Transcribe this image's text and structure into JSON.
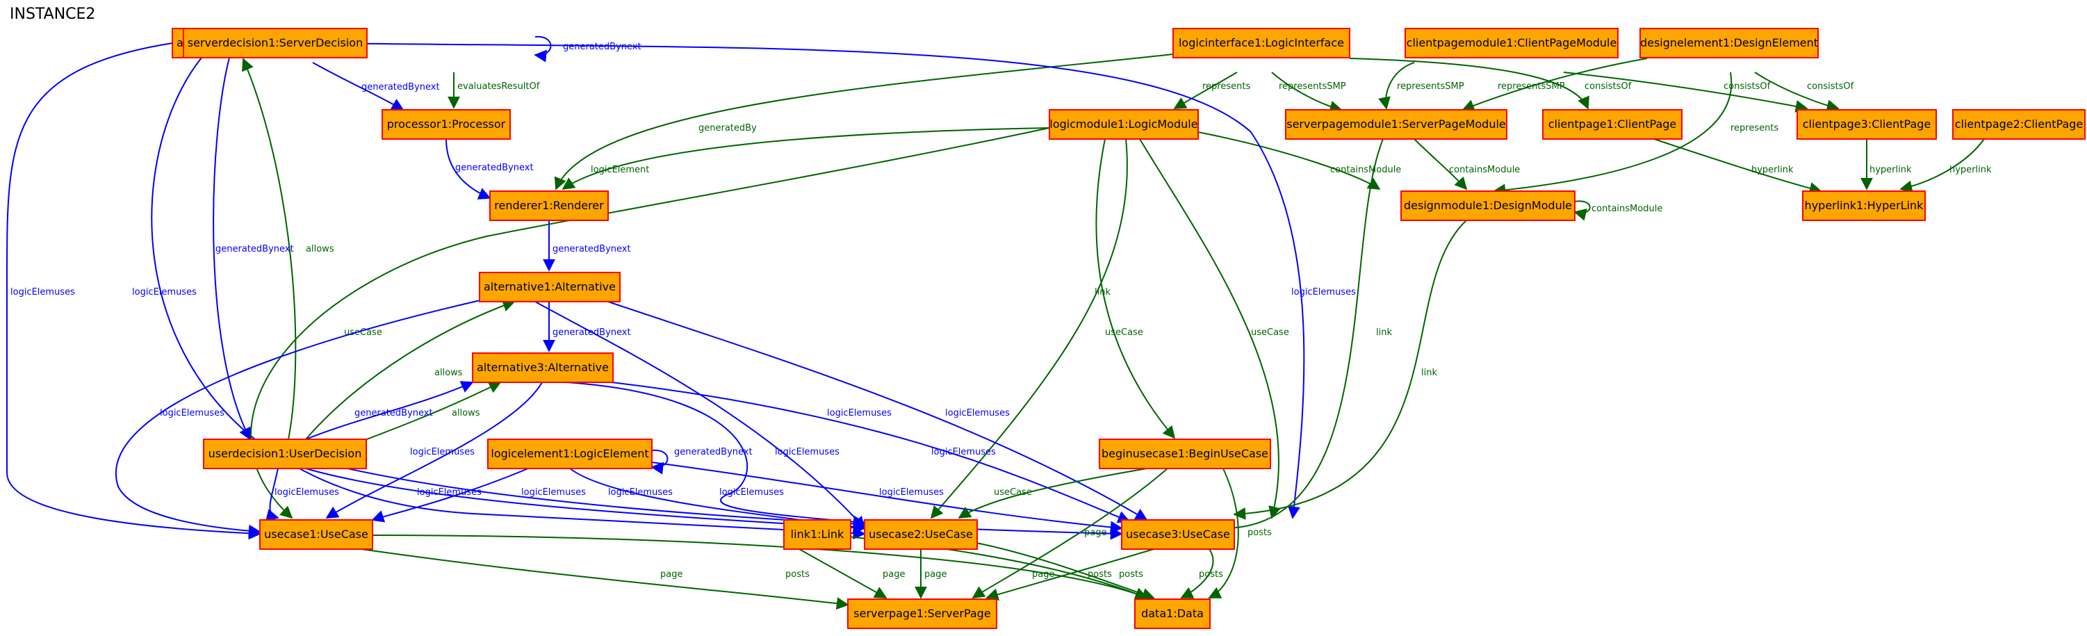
{
  "title": "INSTANCE2",
  "colors": {
    "node_fill": "#ffa500",
    "node_stroke": "#ff0000",
    "blue_edge": "#0000ff",
    "green_edge": "#006400"
  },
  "nodes": [
    {
      "id": "alternative2",
      "label": "alternative2:Alternative"
    },
    {
      "id": "serverdecision1",
      "label": "serverdecision1:ServerDecision"
    },
    {
      "id": "logicinterface1",
      "label": "logicinterface1:LogicInterface"
    },
    {
      "id": "clientpagemodule1",
      "label": "clientpagemodule1:ClientPageModule"
    },
    {
      "id": "designelement1",
      "label": "designelement1:DesignElement"
    },
    {
      "id": "processor1",
      "label": "processor1:Processor"
    },
    {
      "id": "logicmodule1",
      "label": "logicmodule1:LogicModule"
    },
    {
      "id": "serverpagemodule1",
      "label": "serverpagemodule1:ServerPageModule"
    },
    {
      "id": "clientpage1",
      "label": "clientpage1:ClientPage"
    },
    {
      "id": "clientpage3",
      "label": "clientpage3:ClientPage"
    },
    {
      "id": "clientpage2",
      "label": "clientpage2:ClientPage"
    },
    {
      "id": "renderer1",
      "label": "renderer1:Renderer"
    },
    {
      "id": "designmodule1",
      "label": "designmodule1:DesignModule"
    },
    {
      "id": "hyperlink1",
      "label": "hyperlink1:HyperLink"
    },
    {
      "id": "alternative1",
      "label": "alternative1:Alternative"
    },
    {
      "id": "alternative3",
      "label": "alternative3:Alternative"
    },
    {
      "id": "beginusecase1",
      "label": "beginusecase1:BeginUseCase"
    },
    {
      "id": "userdecision1",
      "label": "userdecision1:UserDecision"
    },
    {
      "id": "logicelement1",
      "label": "logicelement1:LogicElement"
    },
    {
      "id": "usecase1",
      "label": "usecase1:UseCase"
    },
    {
      "id": "link1",
      "label": "link1:Link"
    },
    {
      "id": "usecase2",
      "label": "usecase2:UseCase"
    },
    {
      "id": "usecase3",
      "label": "usecase3:UseCase"
    },
    {
      "id": "serverpage1",
      "label": "serverpage1:ServerPage"
    },
    {
      "id": "data1",
      "label": "data1:Data"
    }
  ],
  "edges": [
    {
      "id": "e1",
      "from": "serverdecision1",
      "to": "serverdecision1",
      "label": "generatedBynext",
      "kind": "blue"
    },
    {
      "id": "e2",
      "from": "serverdecision1",
      "to": "processor1",
      "label": "evaluatesResultOf",
      "kind": "green"
    },
    {
      "id": "e3",
      "from": "alternative2",
      "to": "processor1",
      "label": "generatedBynext",
      "kind": "blue"
    },
    {
      "id": "e4",
      "from": "processor1",
      "to": "renderer1",
      "label": "generatedBynext",
      "kind": "blue"
    },
    {
      "id": "e5",
      "from": "logicinterface1",
      "to": "renderer1",
      "label": "generatedBy",
      "kind": "green"
    },
    {
      "id": "e6",
      "from": "logicmodule1",
      "to": "renderer1",
      "label": "logicElement",
      "kind": "green"
    },
    {
      "id": "e7",
      "from": "renderer1",
      "to": "alternative1",
      "label": "generatedBynext",
      "kind": "blue"
    },
    {
      "id": "e8",
      "from": "logicinterface1",
      "to": "logicmodule1",
      "label": "represents",
      "kind": "green"
    },
    {
      "id": "e9",
      "from": "logicinterface1",
      "to": "serverpagemodule1",
      "label": "representsSMP",
      "kind": "green"
    },
    {
      "id": "e10",
      "from": "clientpagemodule1",
      "to": "serverpagemodule1",
      "label": "representsSMP",
      "kind": "green"
    },
    {
      "id": "e11",
      "from": "designelement1",
      "to": "serverpagemodule1",
      "label": "representsSMP",
      "kind": "green"
    },
    {
      "id": "e12",
      "from": "logicinterface1",
      "to": "clientpage1",
      "label": "consistsOf",
      "kind": "green"
    },
    {
      "id": "e13",
      "from": "clientpagemodule1",
      "to": "clientpage3",
      "label": "consistsOf",
      "kind": "green"
    },
    {
      "id": "e14",
      "from": "designelement1",
      "to": "clientpage3",
      "label": "consistsOf",
      "kind": "green"
    },
    {
      "id": "e15",
      "from": "designelement1",
      "to": "designmodule1",
      "label": "represents",
      "kind": "green"
    },
    {
      "id": "e16",
      "from": "logicmodule1",
      "to": "designmodule1",
      "label": "containsModule",
      "kind": "green"
    },
    {
      "id": "e17",
      "from": "serverpagemodule1",
      "to": "designmodule1",
      "label": "containsModule",
      "kind": "green"
    },
    {
      "id": "e18",
      "from": "designmodule1",
      "to": "designmodule1",
      "label": "containsModule",
      "kind": "green"
    },
    {
      "id": "e19",
      "from": "clientpage1",
      "to": "hyperlink1",
      "label": "hyperlink",
      "kind": "green"
    },
    {
      "id": "e20",
      "from": "clientpage3",
      "to": "hyperlink1",
      "label": "hyperlink",
      "kind": "green"
    },
    {
      "id": "e21",
      "from": "clientpage2",
      "to": "hyperlink1",
      "label": "hyperlink",
      "kind": "green"
    },
    {
      "id": "e22",
      "from": "alternative2",
      "to": "usecase3",
      "label": "logicElemuses",
      "kind": "blue"
    },
    {
      "id": "e23",
      "from": "alternative2",
      "to": "usecase1",
      "label": "logicElemuses",
      "kind": "blue"
    },
    {
      "id": "e24",
      "from": "alternative2",
      "to": "usecase2",
      "label": "logicElemuses",
      "kind": "blue"
    },
    {
      "id": "e25",
      "from": "alternative2",
      "to": "userdecision1",
      "label": "generatedBynext",
      "kind": "blue"
    },
    {
      "id": "e26",
      "from": "userdecision1",
      "to": "alternative2",
      "label": "allows",
      "kind": "green"
    },
    {
      "id": "e27",
      "from": "logicmodule1",
      "to": "usecase1",
      "label": "useCase",
      "kind": "green"
    },
    {
      "id": "e28",
      "from": "logicmodule1",
      "to": "beginusecase1",
      "label": "link",
      "kind": "green"
    },
    {
      "id": "e29",
      "from": "logicmodule1",
      "to": "usecase2",
      "label": "useCase",
      "kind": "green"
    },
    {
      "id": "e30",
      "from": "logicmodule1",
      "to": "usecase3",
      "label": "useCase",
      "kind": "green"
    },
    {
      "id": "e31",
      "from": "serverpagemodule1",
      "to": "usecase3",
      "label": "link",
      "kind": "green"
    },
    {
      "id": "e32",
      "from": "designmodule1",
      "to": "usecase3",
      "label": "link",
      "kind": "green"
    },
    {
      "id": "e33",
      "from": "alternative1",
      "to": "alternative3",
      "label": "generatedBynext",
      "kind": "blue"
    },
    {
      "id": "e34",
      "from": "userdecision1",
      "to": "alternative1",
      "label": "allows",
      "kind": "green"
    },
    {
      "id": "e35",
      "from": "userdecision1",
      "to": "alternative3",
      "label": "allows",
      "kind": "green"
    },
    {
      "id": "e36",
      "from": "userdecision1",
      "to": "alternative3",
      "label": "generatedBynext",
      "kind": "blue"
    },
    {
      "id": "e37",
      "from": "alternative1",
      "to": "usecase1",
      "label": "logicElemuses",
      "kind": "blue"
    },
    {
      "id": "e38",
      "from": "alternative1",
      "to": "usecase2",
      "label": "logicElemuses",
      "kind": "blue"
    },
    {
      "id": "e39",
      "from": "alternative1",
      "to": "usecase3",
      "label": "logicElemuses",
      "kind": "blue"
    },
    {
      "id": "e40",
      "from": "alternative3",
      "to": "usecase1",
      "label": "logicElemuses",
      "kind": "blue"
    },
    {
      "id": "e41",
      "from": "alternative3",
      "to": "usecase2",
      "label": "logicElemuses",
      "kind": "blue"
    },
    {
      "id": "e42",
      "from": "alternative3",
      "to": "usecase3",
      "label": "logicElemuses",
      "kind": "blue"
    },
    {
      "id": "e43",
      "from": "userdecision1",
      "to": "usecase1",
      "label": "logicElemuses",
      "kind": "blue"
    },
    {
      "id": "e44",
      "from": "userdecision1",
      "to": "usecase2",
      "label": "logicElemuses",
      "kind": "blue"
    },
    {
      "id": "e45",
      "from": "userdecision1",
      "to": "usecase3",
      "label": "logicElemuses",
      "kind": "blue"
    },
    {
      "id": "e46",
      "from": "logicelement1",
      "to": "logicelement1",
      "label": "generatedBynext",
      "kind": "blue"
    },
    {
      "id": "e47",
      "from": "logicelement1",
      "to": "usecase1",
      "label": "logicElemuses",
      "kind": "blue"
    },
    {
      "id": "e48",
      "from": "logicelement1",
      "to": "usecase2",
      "label": "logicElemuses",
      "kind": "blue"
    },
    {
      "id": "e49",
      "from": "logicelement1",
      "to": "usecase3",
      "label": "logicElemuses",
      "kind": "blue"
    },
    {
      "id": "e50",
      "from": "beginusecase1",
      "to": "usecase2",
      "label": "useCase",
      "kind": "green"
    },
    {
      "id": "e51",
      "from": "beginusecase1",
      "to": "serverpage1",
      "label": "page",
      "kind": "green"
    },
    {
      "id": "e52",
      "from": "beginusecase1",
      "to": "data1",
      "label": "posts",
      "kind": "green"
    },
    {
      "id": "e53",
      "from": "usecase1",
      "to": "serverpage1",
      "label": "page",
      "kind": "green"
    },
    {
      "id": "e54",
      "from": "usecase1",
      "to": "data1",
      "label": "posts",
      "kind": "green"
    },
    {
      "id": "e55",
      "from": "link1",
      "to": "serverpage1",
      "label": "page",
      "kind": "green"
    },
    {
      "id": "e56",
      "from": "link1",
      "to": "data1",
      "label": "posts",
      "kind": "green"
    },
    {
      "id": "e57",
      "from": "usecase2",
      "to": "serverpage1",
      "label": "page",
      "kind": "green"
    },
    {
      "id": "e58",
      "from": "usecase2",
      "to": "data1",
      "label": "posts",
      "kind": "green"
    },
    {
      "id": "e59",
      "from": "usecase3",
      "to": "serverpage1",
      "label": "page",
      "kind": "green"
    },
    {
      "id": "e60",
      "from": "usecase3",
      "to": "data1",
      "label": "posts",
      "kind": "green"
    }
  ]
}
